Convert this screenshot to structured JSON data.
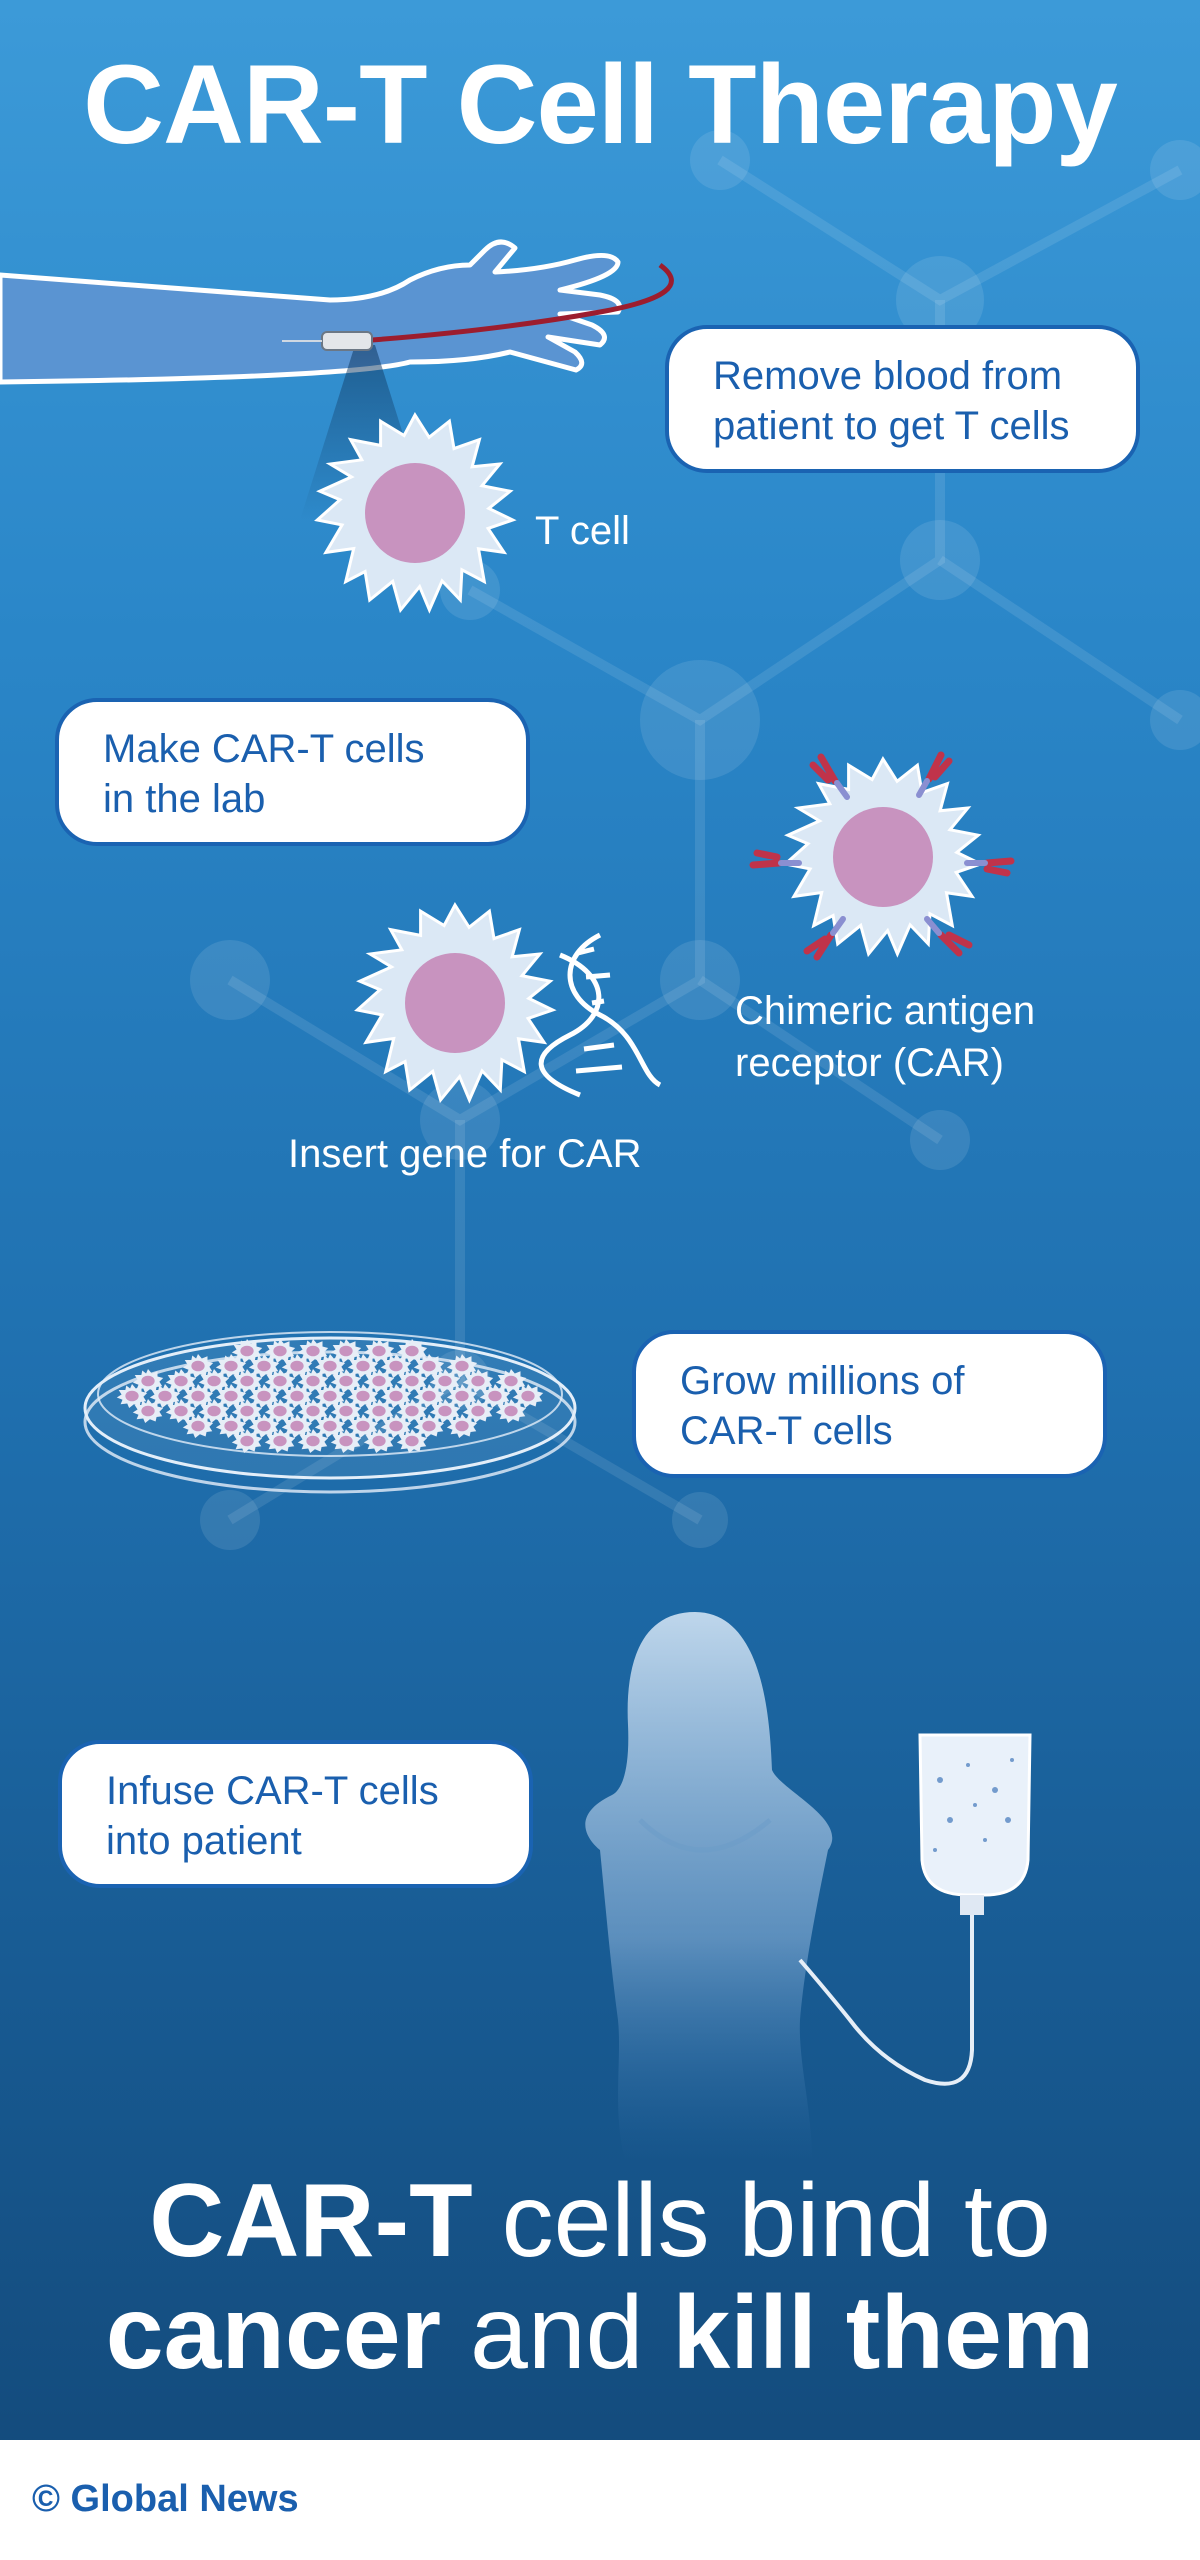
{
  "title": "CAR-T Cell Therapy",
  "steps": [
    {
      "line1": "Remove blood from",
      "line2": "patient to get T cells"
    },
    {
      "line1": "Make CAR-T cells",
      "line2": "in the lab"
    },
    {
      "line1": "Grow millions of",
      "line2": "CAR-T cells"
    },
    {
      "line1": "Infuse CAR-T cells",
      "line2": "into patient"
    }
  ],
  "labels": {
    "t_cell": "T cell",
    "car_line1": "Chimeric antigen",
    "car_line2": "receptor (CAR)",
    "insert_gene": "Insert gene for CAR"
  },
  "conclusion": {
    "part1": "CAR-T",
    "part2": " cells bind to",
    "part3": "cancer",
    "part4": " and ",
    "part5": "kill them"
  },
  "footer": {
    "copyright": "© Global News"
  },
  "colors": {
    "box_border": "#1a63b2",
    "box_text": "#1a5fae",
    "cell_nucleus": "#c893bf",
    "cell_body": "#dbe8f5",
    "receptor": "#c0334a"
  }
}
